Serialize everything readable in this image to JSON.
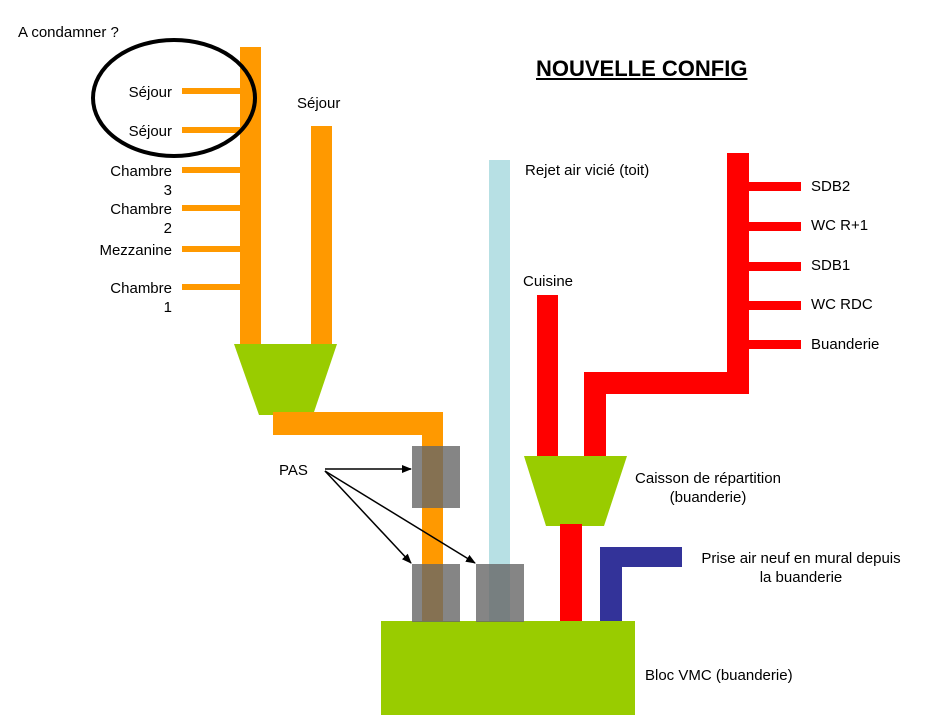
{
  "title": "NOUVELLE CONFIG",
  "annotations": {
    "condemn_question": "A condamner ?",
    "pas": "PAS"
  },
  "extraction_rooms_left": [
    {
      "label": "Séjour",
      "condemn": true
    },
    {
      "label": "Séjour",
      "condemn": true
    },
    {
      "label": "Chambre\n3",
      "condemn": false
    },
    {
      "label": "Chambre\n2",
      "condemn": false
    },
    {
      "label": "Mezzanine",
      "condemn": false
    },
    {
      "label": "Chambre\n1",
      "condemn": false
    }
  ],
  "sejour_duct_label": "Séjour",
  "rejet_label": "Rejet air vicié (toit)",
  "cuisine_label": "Cuisine",
  "extraction_rooms_right": [
    {
      "label": "SDB2"
    },
    {
      "label": "WC R+1"
    },
    {
      "label": "SDB1"
    },
    {
      "label": "WC RDC"
    },
    {
      "label": "Buanderie"
    }
  ],
  "caisson_label": "Caisson de répartition\n(buanderie)",
  "prise_air_label": "Prise air neuf en mural depuis\nla buanderie",
  "bloc_vmc_label": "Bloc VMC (buanderie)",
  "colors": {
    "insufflation_duct": "#ff9900",
    "extraction_duct": "#ff0000",
    "rejet_duct": "#b7e0e4",
    "air_neuf_duct": "#333399",
    "equipment": "#99cc00",
    "pas_box": "#666666",
    "circle": "#000000"
  }
}
